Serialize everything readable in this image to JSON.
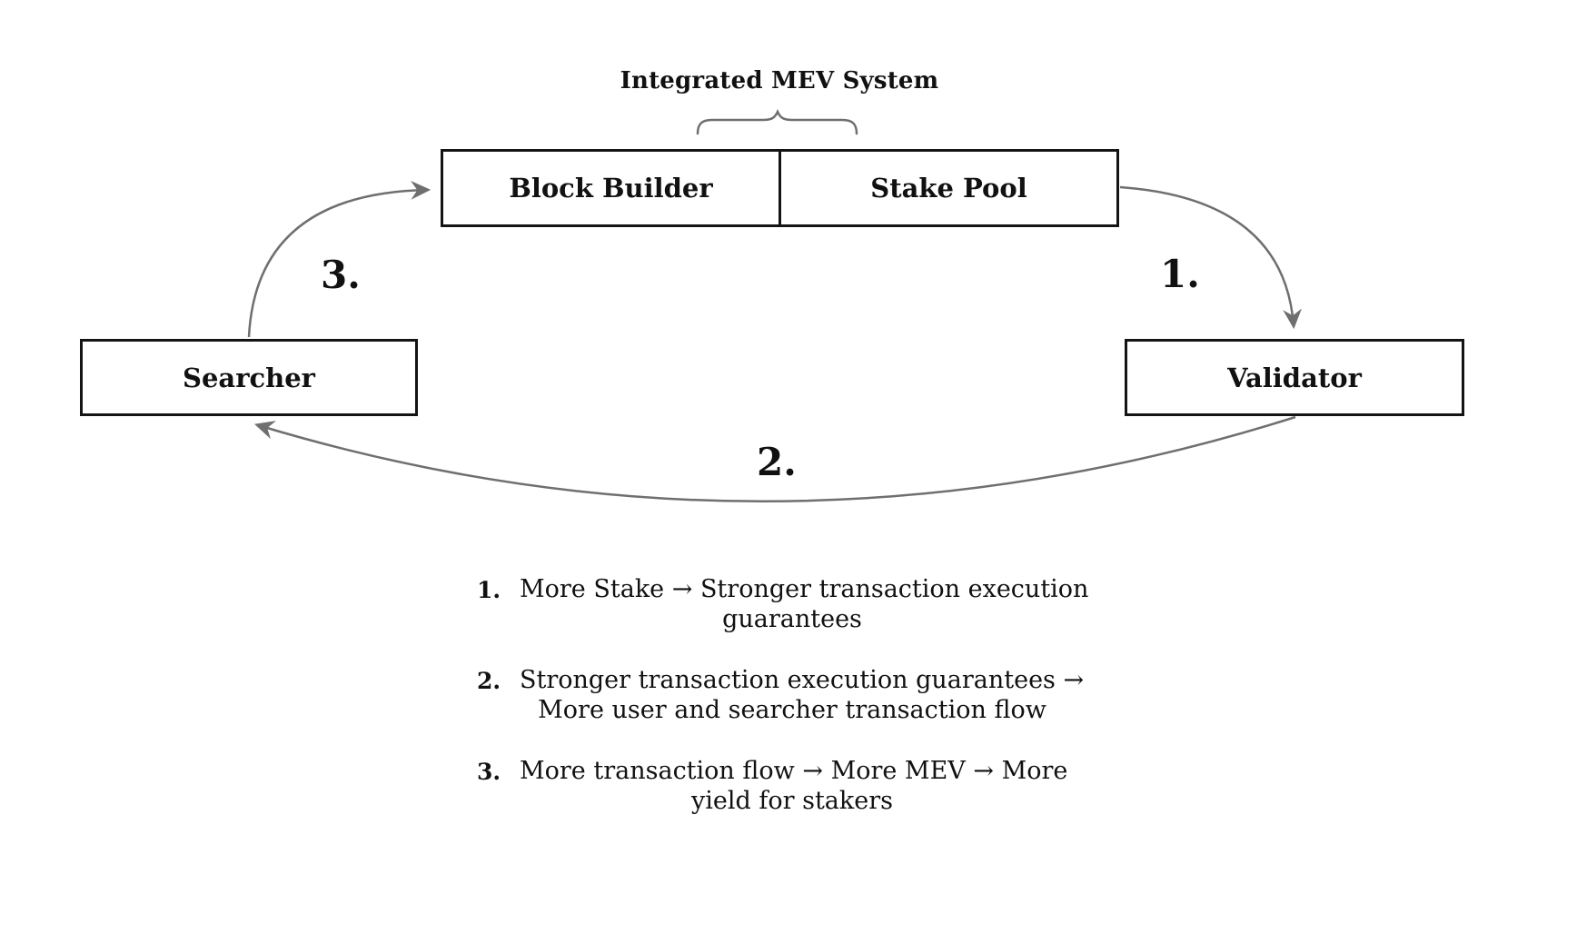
{
  "title": "Integrated MEV System",
  "nodes": {
    "block_builder": "Block Builder",
    "stake_pool": "Stake Pool",
    "searcher": "Searcher",
    "validator": "Validator"
  },
  "edges": {
    "stakepool_to_validator": "1.",
    "validator_to_searcher": "2.",
    "searcher_to_blockbuilder": "3."
  },
  "legend": {
    "items": [
      {
        "num": "1.",
        "line1": "More Stake → Stronger transaction execution",
        "line2": "guarantees"
      },
      {
        "num": "2.",
        "line1": "Stronger transaction execution guarantees →",
        "line2": "More user and searcher transaction flow"
      },
      {
        "num": "3.",
        "line1": "More transaction flow → More MEV → More",
        "line2": "yield for stakers"
      }
    ]
  },
  "colors": {
    "connector": "#6f6f6f",
    "border": "#141414",
    "text": "#111111",
    "background": "#ffffff"
  }
}
